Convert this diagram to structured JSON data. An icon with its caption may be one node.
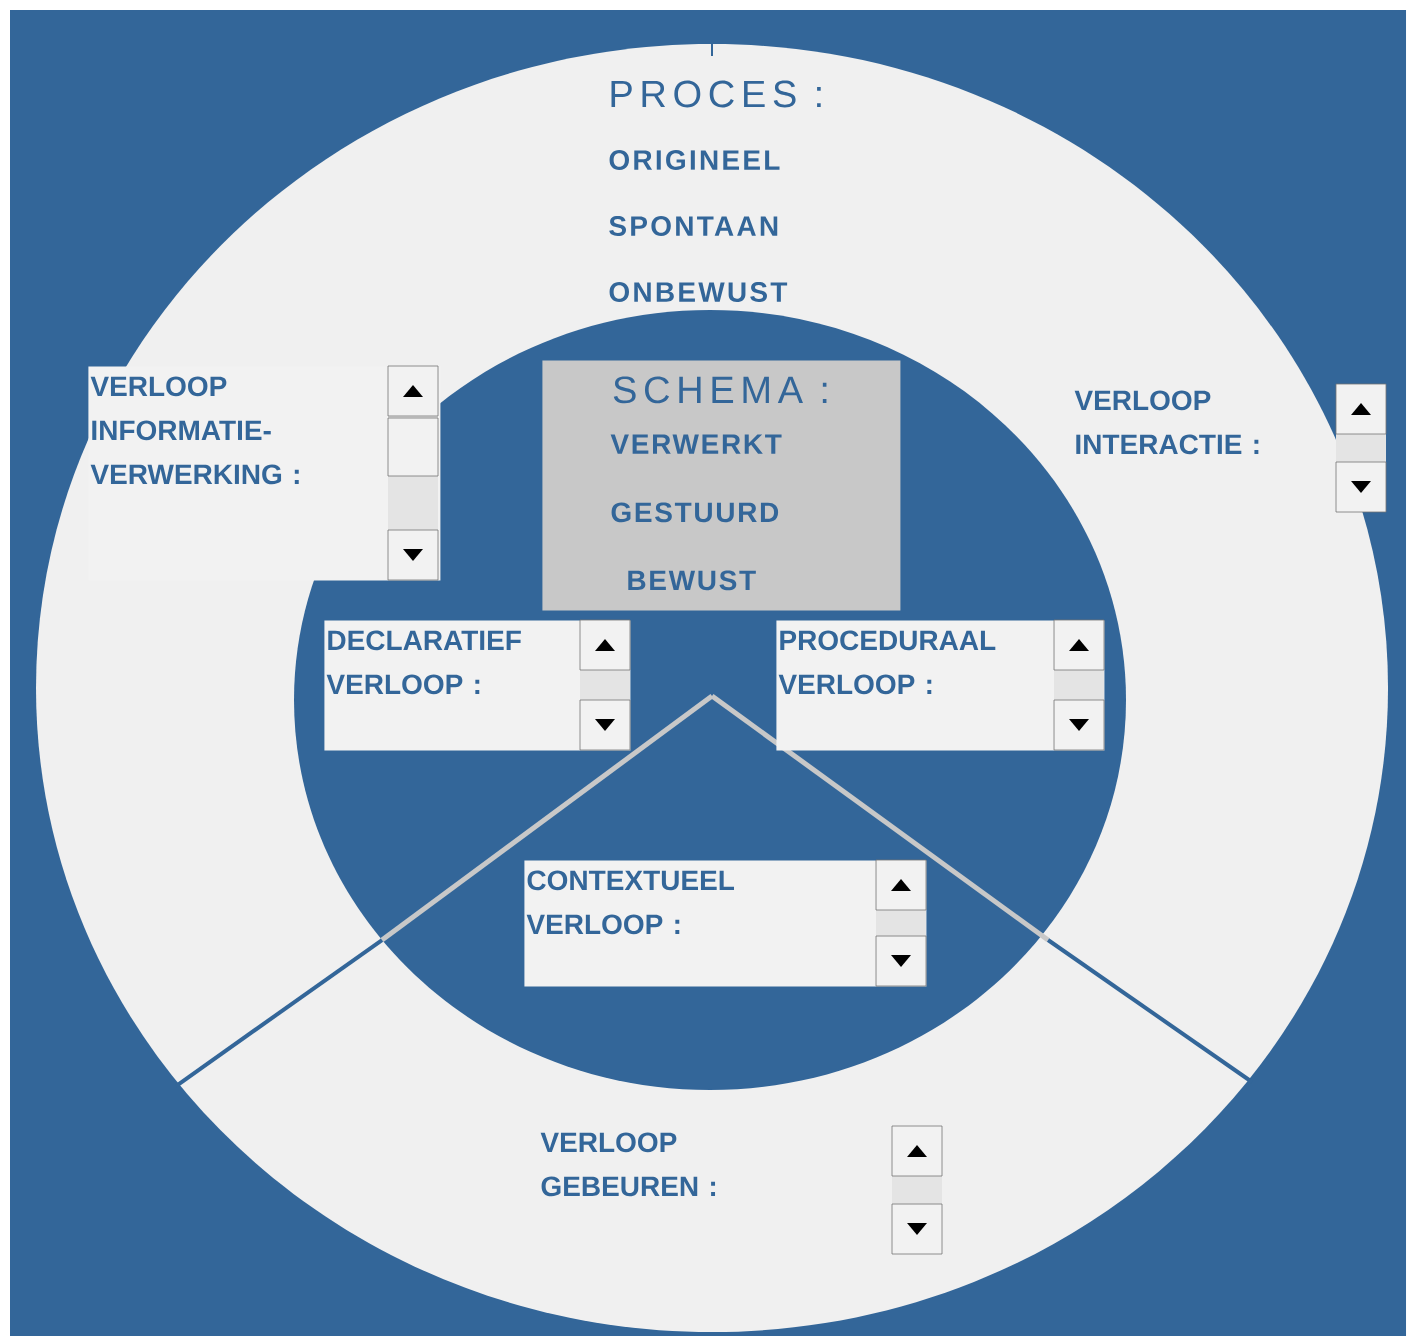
{
  "diagram": {
    "nodes": [
      {
        "text": [
          "PROCES :",
          "ORIGINEEL",
          "SPONTAAN",
          "ONBEWUST"
        ]
      },
      {
        "text": [],
        "shape": "circle",
        "in": 0
      },
      {
        "text": [
          "SCHEMA :",
          "VERWERKT",
          "GESTUURD",
          "BEWUST"
        ],
        "in": 1
      },
      {
        "text": [
          "VERLOOP INFORMATIE- VERWERKING :"
        ],
        "in": 0
      },
      {
        "text": [
          "VERLOOP INTERACTIE :"
        ],
        "in": 0
      },
      {
        "text": [
          "DECLARATIEF VERLOOP :"
        ],
        "in": 1
      },
      {
        "text": [
          "PROCEDURAAL VERLOOP :"
        ],
        "in": 1
      },
      {
        "text": [
          "CONTEXTUEEL VERLOOP :"
        ],
        "in": 1
      },
      {
        "text": [
          "VERLOOP GEBEUREN :"
        ],
        "in": 0
      }
    ]
  }
}
